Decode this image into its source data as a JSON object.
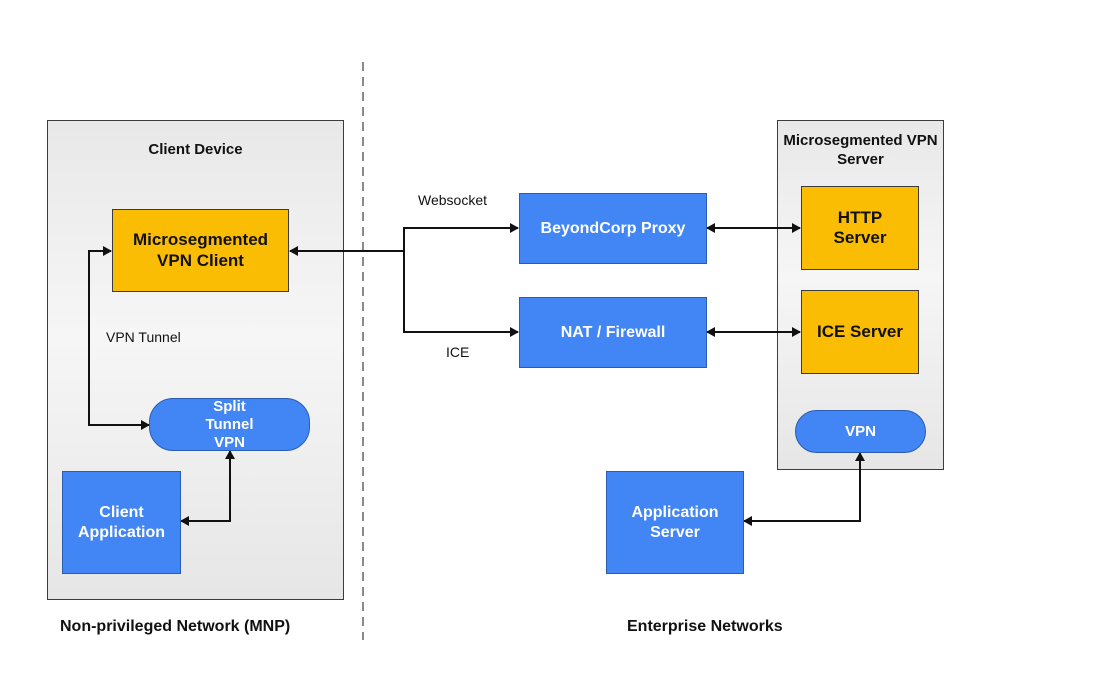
{
  "left_panel": {
    "title": "Client Device"
  },
  "right_panel": {
    "title": "Microsegmented VPN Server"
  },
  "nodes": {
    "vpn_client": "Microsegmented VPN Client",
    "split_tunnel": "Split Tunnel VPN",
    "client_app": "Client Application",
    "beyondcorp_proxy": "BeyondCorp Proxy",
    "nat_firewall": "NAT / Firewall",
    "http_server": "HTTP Server",
    "ice_server": "ICE Server",
    "vpn": "VPN",
    "app_server": "Application Server"
  },
  "edge_labels": {
    "websocket": "Websocket",
    "ice": "ICE",
    "vpn_tunnel": "VPN Tunnel"
  },
  "footers": {
    "left": "Non-privileged Network (MNP)",
    "right": "Enterprise Networks"
  },
  "colors": {
    "blue": "#4285f4",
    "yellow": "#fbbc04",
    "line": "#111111",
    "divider": "#8a8a8a"
  }
}
